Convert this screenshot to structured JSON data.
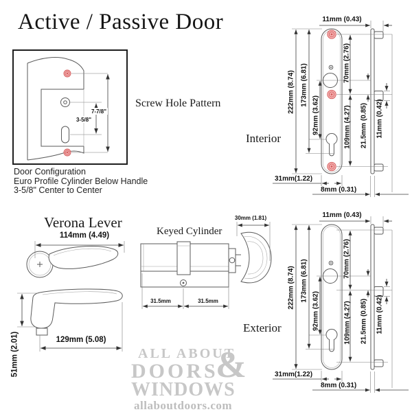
{
  "title": "Active / Passive Door",
  "screw_pattern": {
    "caption": "Screw Hole Pattern",
    "dim_long": "7-7/8\"",
    "dim_short": "3-5/8\""
  },
  "door_config": {
    "line1": "Door Configuration",
    "line2": "Euro Profile Cylinder Below Handle",
    "line3": "3-5/8\" Center to Center"
  },
  "lever": {
    "title": "Verona Lever",
    "dim_top_width": "114mm (4.49)",
    "dim_side_length": "129mm (5.08)",
    "dim_side_height": "51mm (2.01)"
  },
  "cylinder": {
    "caption": "Keyed Cylinder",
    "dim_thumbturn": "30mm (1.81)",
    "dim_left": "31.5mm",
    "dim_right": "31.5mm"
  },
  "interior": {
    "label": "Interior",
    "dims": {
      "top_offset": "11mm (0.43)",
      "overall_height": "222mm (8.74)",
      "screw_span": "173mm (6.81)",
      "handle_to_cylinder": "92mm (3.62)",
      "upper_span": "70mm (2.76)",
      "lower_span": "109mm (4.27)",
      "hub_offset": "21.5mm (0.85)",
      "tab_height": "11mm (0.42)",
      "plate_width": "31mm(1.22)",
      "plate_thickness": "8mm (0.31)"
    }
  },
  "exterior": {
    "label": "Exterior",
    "dims": {
      "top_offset": "11mm (0.43)",
      "overall_height": "222mm (8.74)",
      "screw_span": "173mm (6.81)",
      "handle_to_cylinder": "92mm (3.62)",
      "upper_span": "70mm (2.76)",
      "lower_span": "109mm (4.27)",
      "hub_offset": "21.5mm (0.85)",
      "tab_height": "11mm (0.42)",
      "plate_width": "31mm(1.22)",
      "plate_thickness": "8mm (0.31)"
    }
  },
  "watermark": {
    "line1": "ALL ABOUT",
    "line2": "DOORS",
    "ampersand": "&",
    "line3": "WINDOWS",
    "url": "allaboutdoors.com"
  },
  "colors": {
    "screw_hole_fill": "#f2a3a3",
    "screw_hole_ring": "#d45b5b",
    "line": "#5a5a5a",
    "watermark": "#c7c7c7"
  }
}
